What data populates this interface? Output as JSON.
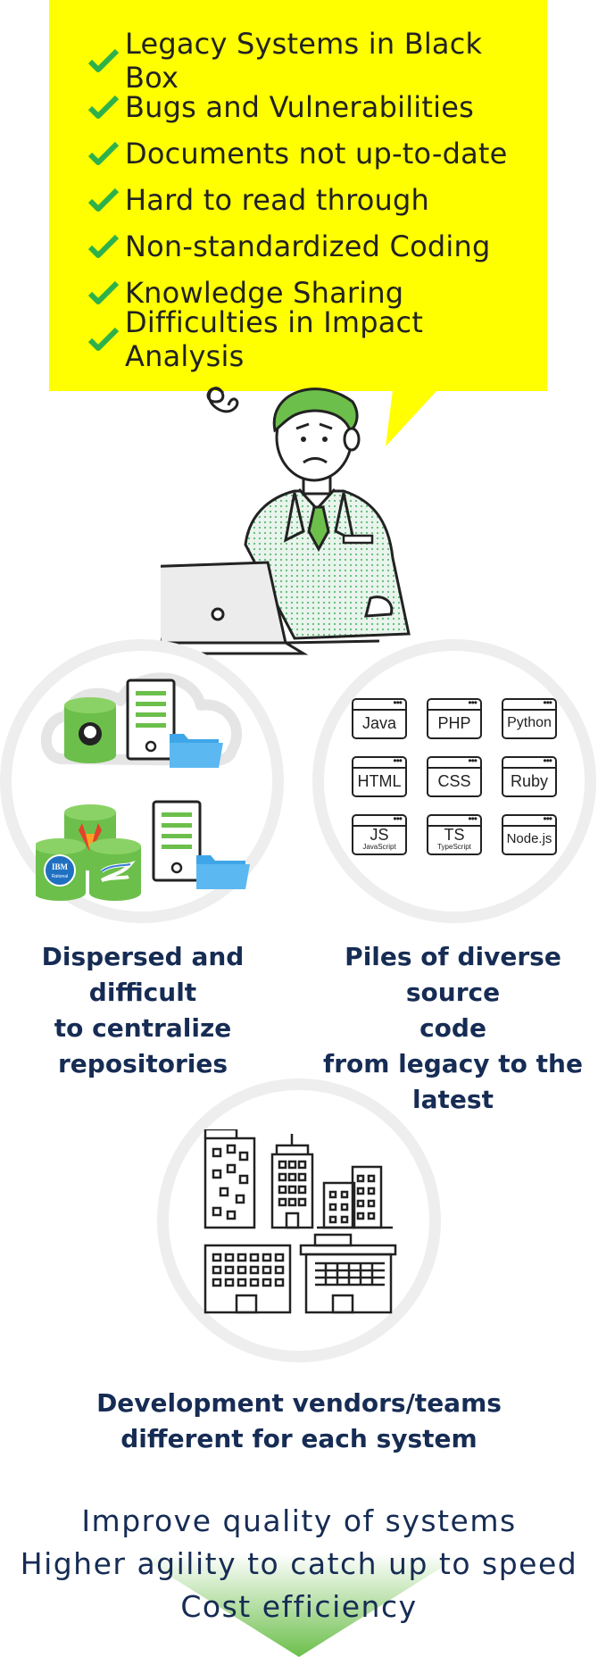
{
  "checklist": [
    "Legacy Systems in Black Box",
    "Bugs and Vulnerabilities",
    "Documents not up-to-date",
    "Hard to read through",
    "Non-standardized Coding",
    "Knowledge Sharing",
    "Difficulties in Impact Analysis"
  ],
  "colors": {
    "bubble": "#ffff00",
    "check": "#2eb14a",
    "accent_green": "#6cbf4b",
    "caption_text": "#162c54",
    "ring": "#eeeeee",
    "folder_blue": "#3ea6e8"
  },
  "icons": {
    "checkmark": "check-icon",
    "person": "worried-man-with-laptop",
    "repos": [
      "github-icon",
      "gitlab-icon",
      "ibm-rational-icon",
      "svn-icon",
      "server-icon",
      "folder-icon",
      "cloud-icon"
    ],
    "vendors": "buildings-icon",
    "arrow": "down-arrow"
  },
  "repositories": {
    "caption_lines": [
      "Dispersed and",
      "difficult",
      "to centralize",
      "repositories"
    ],
    "ibm_label": "IBM",
    "ibm_sub": "Rational"
  },
  "languages": {
    "caption_lines": [
      "Piles of diverse source",
      "code",
      "from legacy to the",
      "latest"
    ],
    "items": [
      {
        "name": "Java",
        "sub": ""
      },
      {
        "name": "PHP",
        "sub": ""
      },
      {
        "name": "Python",
        "sub": ""
      },
      {
        "name": "HTML",
        "sub": ""
      },
      {
        "name": "CSS",
        "sub": ""
      },
      {
        "name": "Ruby",
        "sub": ""
      },
      {
        "name": "JS",
        "sub": "JavaScript"
      },
      {
        "name": "TS",
        "sub": "TypeScript"
      },
      {
        "name": "Node.js",
        "sub": ""
      }
    ]
  },
  "vendors": {
    "caption_lines": [
      "Development vendors/teams",
      "different for each system"
    ]
  },
  "goals": [
    "Improve quality of systems",
    "Higher agility to catch up to speed",
    "Cost efficiency"
  ]
}
